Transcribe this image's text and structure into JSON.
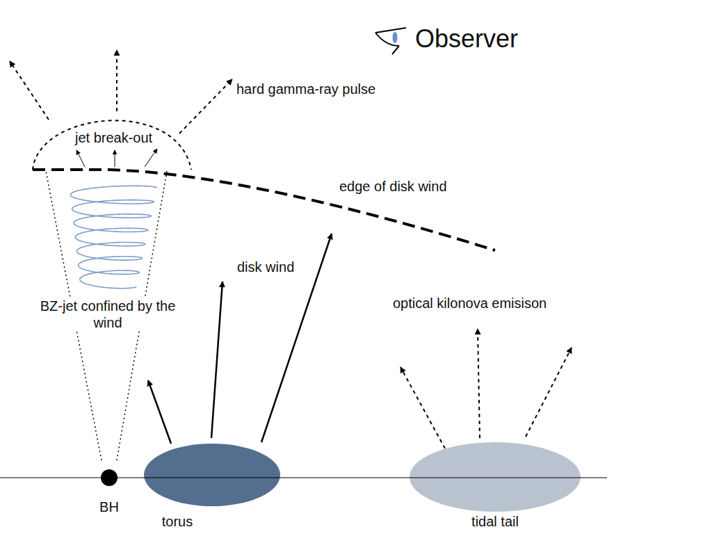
{
  "diagram": {
    "nodes": [
      {
        "text": [
          "BH"
        ]
      },
      {
        "text": [
          "torus"
        ]
      },
      {
        "text": [
          "tidal tail"
        ]
      }
    ],
    "labels": [
      "Observer",
      "hard gamma-ray pulse",
      "jet break-out",
      "edge of disk wind",
      "disk wind",
      "BZ-jet confined by the wind",
      "optical kilonova emisison"
    ]
  }
}
